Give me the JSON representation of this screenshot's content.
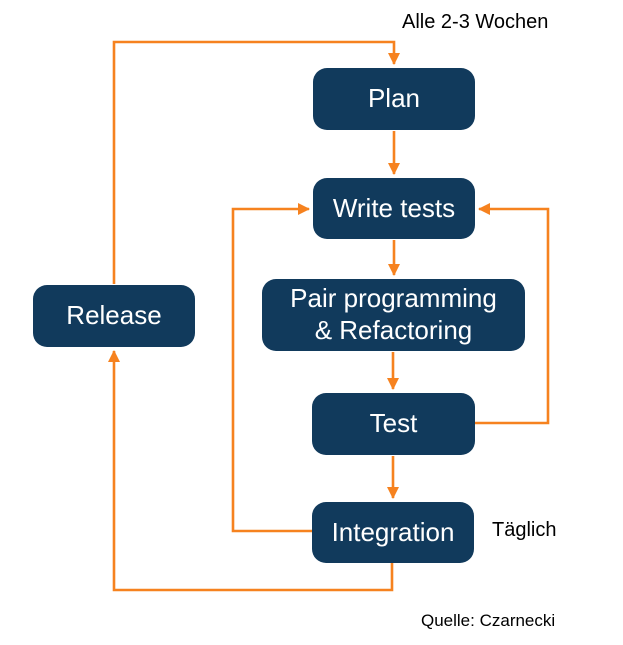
{
  "diagram": {
    "annotations": {
      "cycle_note": "Alle 2-3 Wochen",
      "daily_note": "Täglich",
      "source_note": "Quelle: Czarnecki"
    },
    "nodes": {
      "plan": "Plan",
      "write_tests": "Write tests",
      "pair_programming": "Pair programming\n& Refactoring",
      "test": "Test",
      "integration": "Integration",
      "release": "Release"
    },
    "edges": [
      {
        "from": "Plan",
        "to": "Write tests"
      },
      {
        "from": "Write tests",
        "to": "Pair programming & Refactoring"
      },
      {
        "from": "Pair programming & Refactoring",
        "to": "Test"
      },
      {
        "from": "Test",
        "to": "Integration"
      },
      {
        "from": "Test",
        "to": "Write tests"
      },
      {
        "from": "Integration",
        "to": "Write tests"
      },
      {
        "from": "Integration",
        "to": "Release"
      },
      {
        "from": "Release",
        "to": "Plan"
      }
    ],
    "colors": {
      "node_fill": "#113A5C",
      "node_text": "#FFFFFF",
      "arrow": "#F6821F",
      "text": "#000000",
      "background": "#FFFFFF"
    }
  }
}
